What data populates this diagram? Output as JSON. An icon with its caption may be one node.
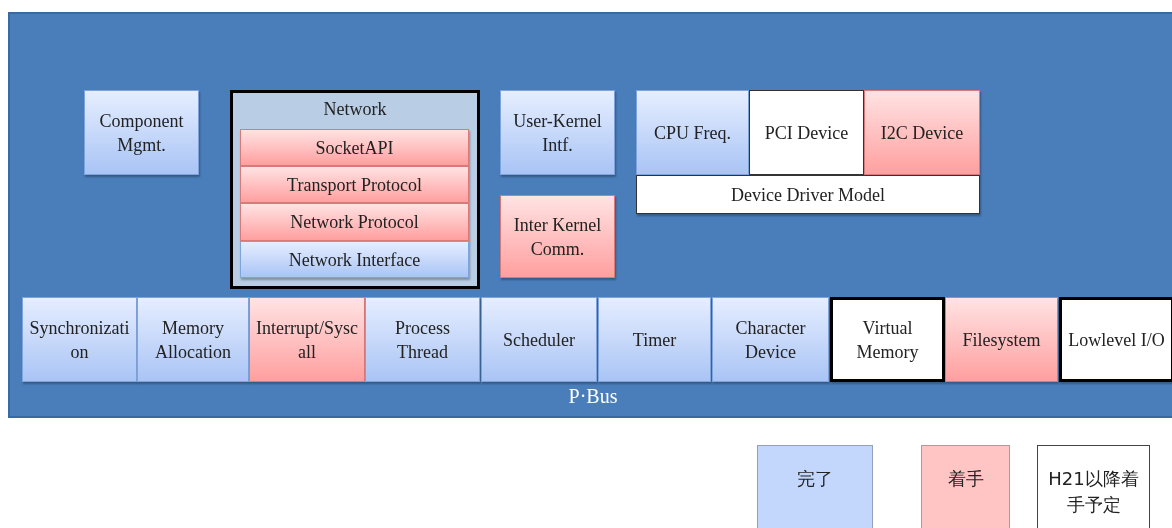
{
  "diagram": {
    "nodes": [
      {
        "text": [
          "P·Bus"
        ]
      },
      {
        "text": [
          "Component Mgmt."
        ],
        "in": 0
      },
      {
        "text": [
          "Network"
        ],
        "in": 0
      },
      {
        "text": [
          "SocketAPI"
        ],
        "in": 2
      },
      {
        "text": [
          "Transport Protocol"
        ],
        "in": 2
      },
      {
        "text": [
          "Network Protocol"
        ],
        "in": 2
      },
      {
        "text": [
          "Network Interface"
        ],
        "in": 2
      },
      {
        "text": [
          "User-Kernel Intf."
        ],
        "in": 0
      },
      {
        "text": [
          "Inter Kernel Comm."
        ],
        "in": 0
      },
      {
        "text": [
          "CPU Freq."
        ],
        "in": 0
      },
      {
        "text": [
          "PCI Device"
        ],
        "in": 0
      },
      {
        "text": [
          "I2C Device"
        ],
        "in": 0
      },
      {
        "text": [
          "Device Driver Model"
        ],
        "in": 0
      },
      {
        "text": [
          "Synchronization"
        ],
        "in": 0
      },
      {
        "text": [
          "Memory Allocation"
        ],
        "in": 0
      },
      {
        "text": [
          "Interrupt/Syscall"
        ],
        "in": 0
      },
      {
        "text": [
          "Process Thread"
        ],
        "in": 0
      },
      {
        "text": [
          "Scheduler"
        ],
        "in": 0
      },
      {
        "text": [
          "Timer"
        ],
        "in": 0
      },
      {
        "text": [
          "Character Device"
        ],
        "in": 0
      },
      {
        "text": [
          "Virtual Memory"
        ],
        "in": 0
      },
      {
        "text": [
          "Filesystem"
        ],
        "in": 0
      },
      {
        "text": [
          "Lowlevel I/O"
        ],
        "in": 0
      }
    ],
    "legend": [
      {
        "text": "完了",
        "color": "#c3d6fb"
      },
      {
        "text": "着手",
        "color": "#ffc4c4"
      },
      {
        "text": "H21以降着手予定",
        "color": "#ffffff"
      }
    ]
  }
}
